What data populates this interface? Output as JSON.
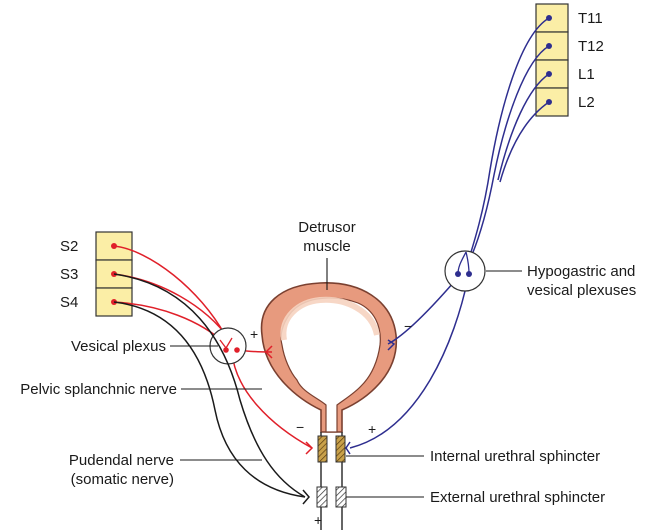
{
  "spinal_segments": {
    "sympathetic": [
      "T11",
      "T12",
      "L1",
      "L2"
    ],
    "sacral": [
      "S2",
      "S3",
      "S4"
    ]
  },
  "labels": {
    "detrusor": [
      "Detrusor",
      "muscle"
    ],
    "hypogastric": [
      "Hypogastric and",
      "vesical plexuses"
    ],
    "vesical_plexus": "Vesical plexus",
    "pelvic_splanchnic": "Pelvic splanchnic nerve",
    "pudendal": [
      "Pudendal nerve",
      "(somatic nerve)"
    ],
    "internal_sphincter": "Internal urethral sphincter",
    "external_sphincter": "External urethral sphincter"
  },
  "signs": {
    "vesical_to_detrusor": "+",
    "vesical_to_internal": "−",
    "hypogastric_to_detrusor": "−",
    "hypogastric_to_internal": "+",
    "pudendal_to_external": "+"
  },
  "colors": {
    "sympathetic": "#2e2e8f",
    "parasympathetic": "#e0202a",
    "somatic": "#1a1a1a",
    "segment_box": "#fbeea6",
    "bladder_outer": "#e79a7e",
    "bladder_inner": "#f6d3c0",
    "sphincter": "#c9a14a"
  }
}
